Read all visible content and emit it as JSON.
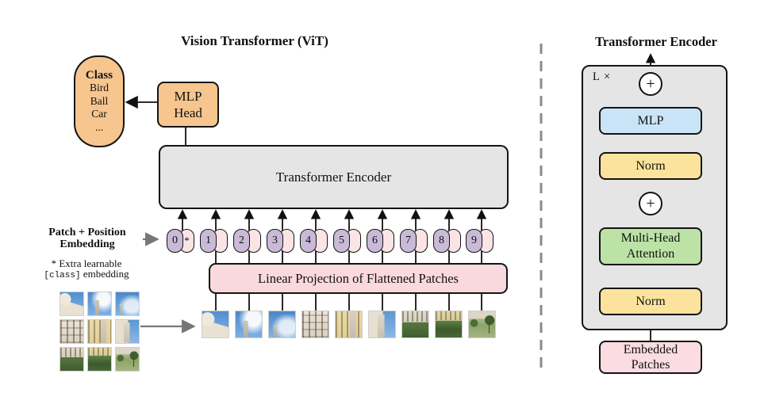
{
  "figure": {
    "left": {
      "title": "Vision Transformer (ViT)",
      "class_pill": {
        "heading": "Class",
        "items": [
          "Bird",
          "Ball",
          "Car",
          "..."
        ]
      },
      "mlp_head_lines": [
        "MLP",
        "Head"
      ],
      "encoder_label": "Transformer Encoder",
      "embedding_label_lines": [
        "Patch + Position",
        "Embedding"
      ],
      "footnote": {
        "line1": "* Extra learnable",
        "class_token": "[class]",
        "line2_rest": " embedding"
      },
      "linear_projection_label": "Linear Projection of Flattened Patches",
      "tokens": [
        "0",
        "1",
        "2",
        "3",
        "4",
        "5",
        "6",
        "7",
        "8",
        "9"
      ],
      "class_token_star": "*"
    },
    "right": {
      "title": "Transformer Encoder",
      "loop_label": "L ×",
      "plus_top": "+",
      "plus_bottom": "+",
      "mlp_label": "MLP",
      "norm_top_label": "Norm",
      "mha_lines": [
        "Multi-Head",
        "Attention"
      ],
      "norm_bottom_label": "Norm",
      "embedded_patches_lines": [
        "Embedded",
        "Patches"
      ]
    },
    "colors": {
      "orange": "#F7C58E",
      "lilac": "#C9BAD8",
      "pink": "#F9D9DD",
      "gray_box": "#E5E5E5",
      "blue": "#C9E4F7",
      "yellow": "#FBE39D",
      "green": "#BCE2A6",
      "line": "#111111",
      "dash": "#8A8A8A"
    }
  }
}
